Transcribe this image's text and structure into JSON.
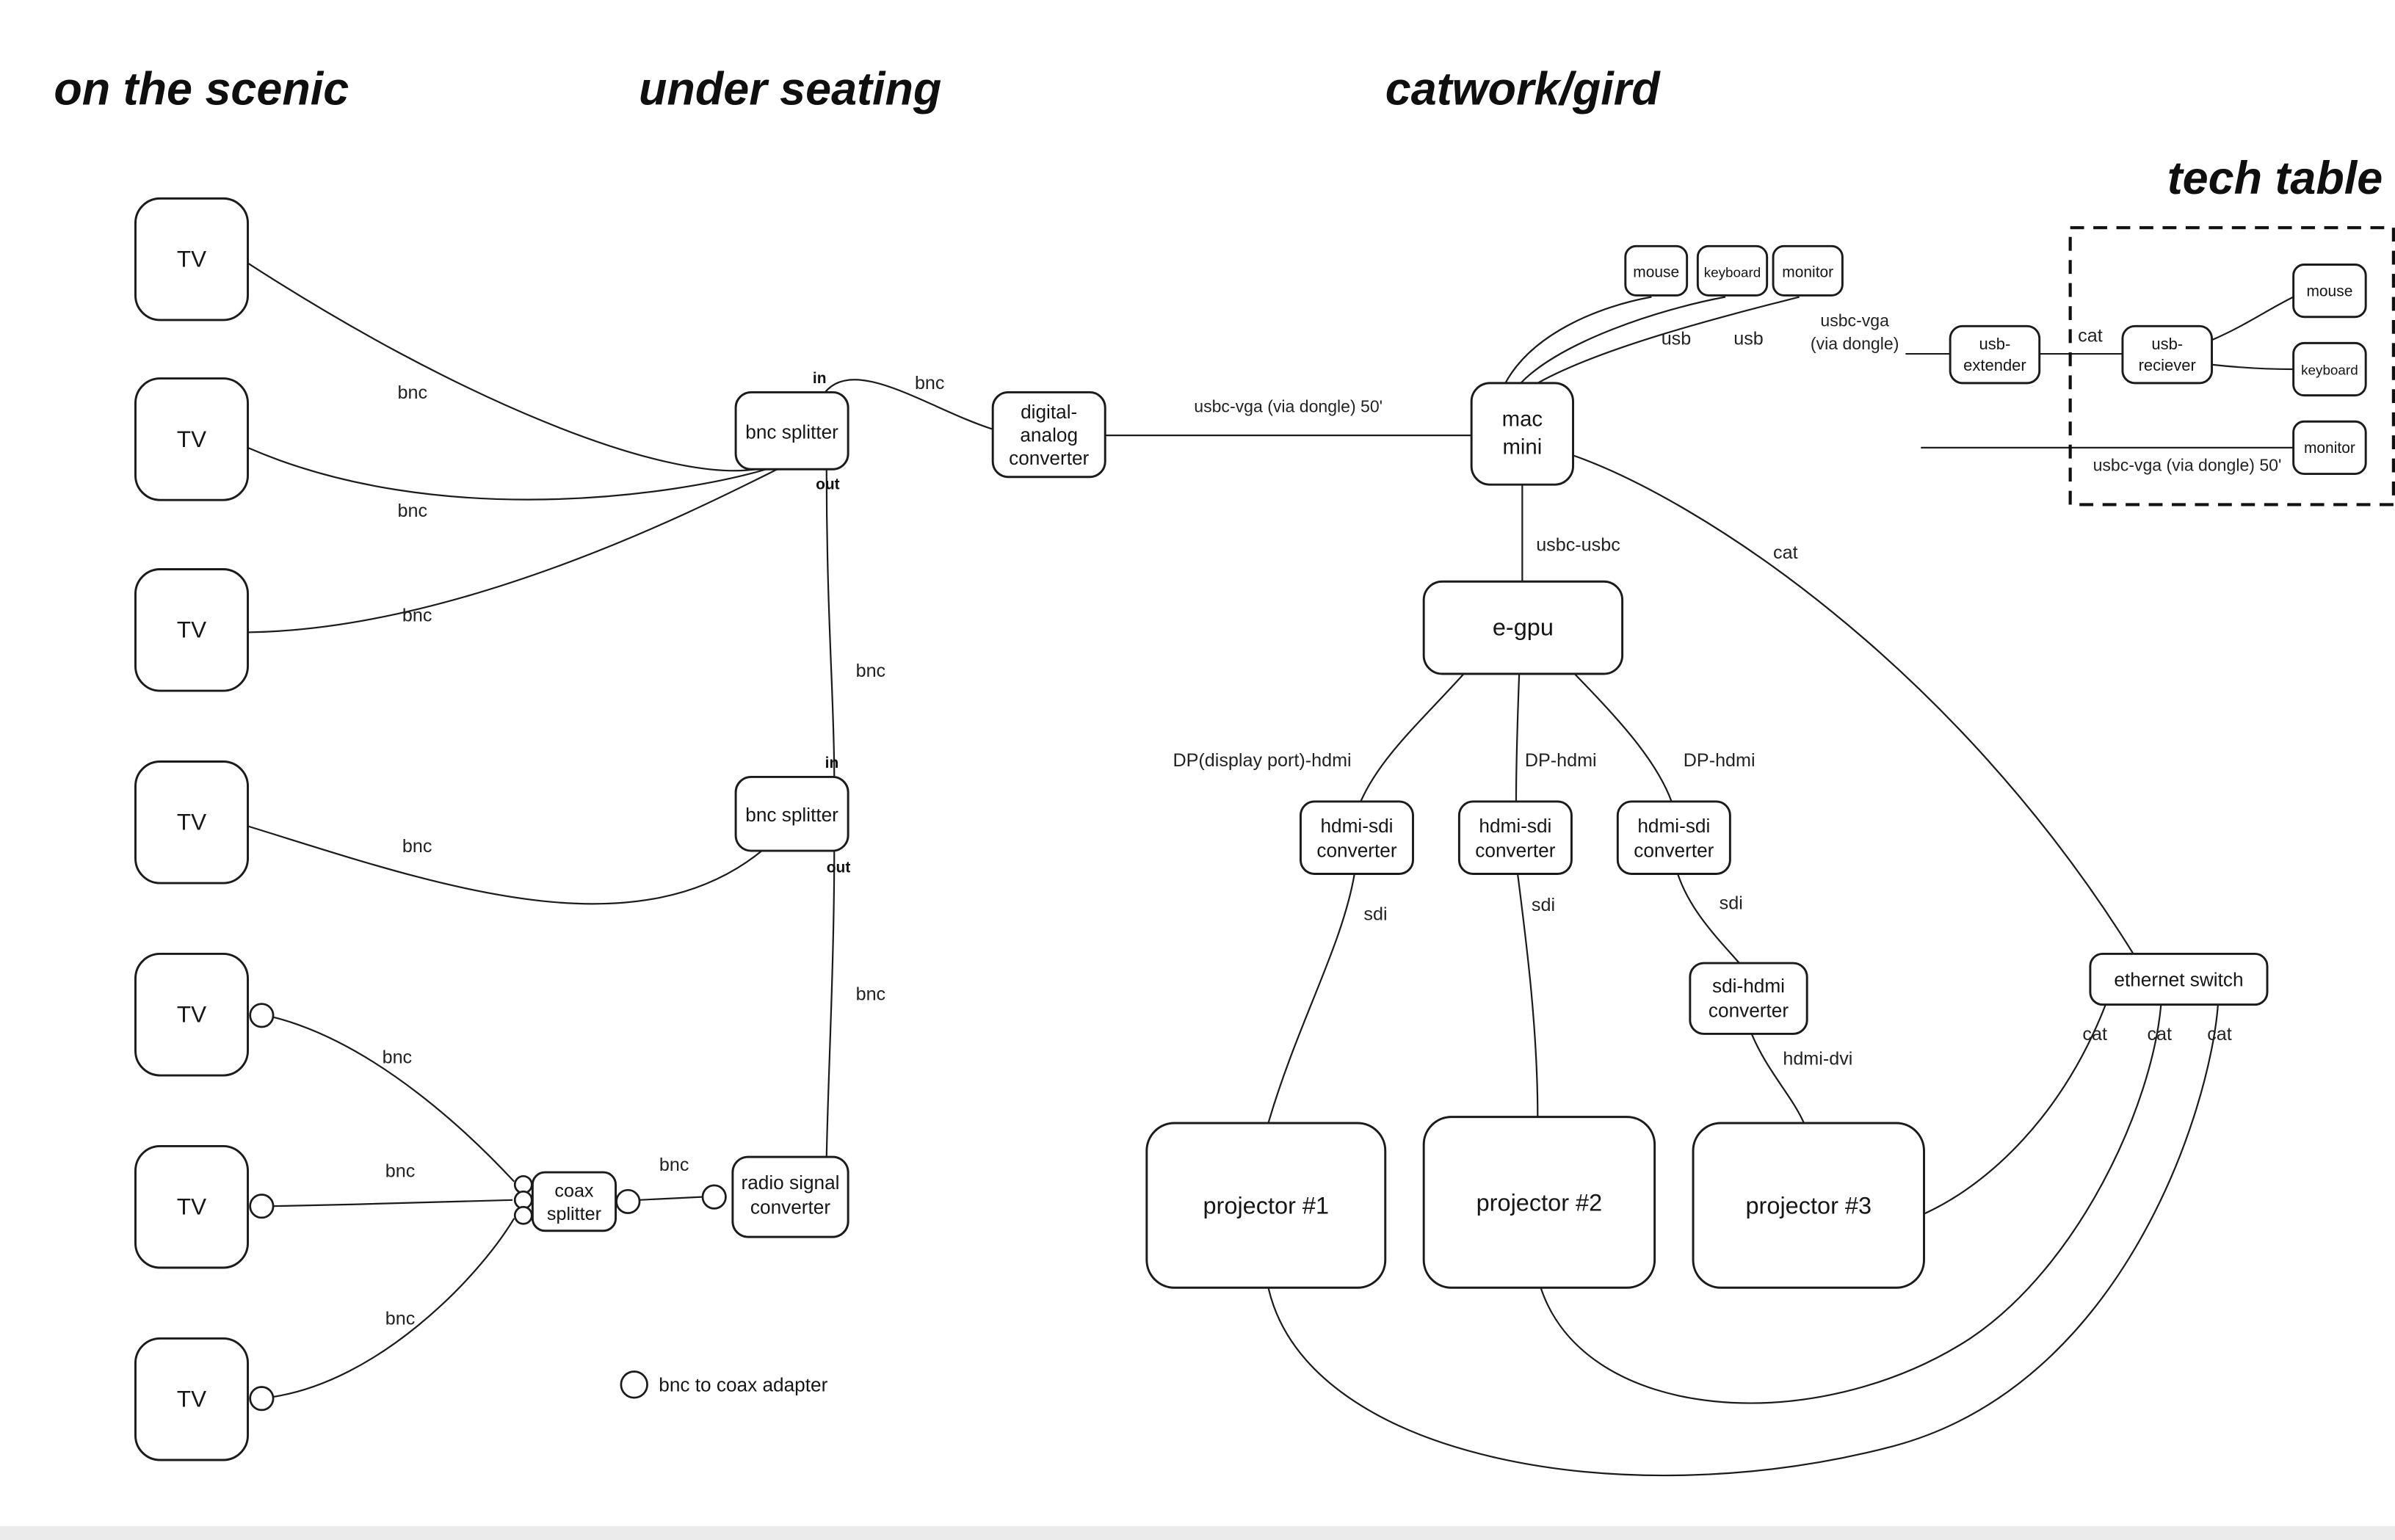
{
  "headers": {
    "on_the_scenic": "on the scenic",
    "under_seating": "under seating",
    "catwork_gird": "catwork/gird",
    "tech_table": "tech table"
  },
  "nodes": {
    "tv": "TV",
    "bnc_splitter": "bnc splitter",
    "coax_splitter": {
      "l1": "coax",
      "l2": "splitter"
    },
    "radio_signal_converter": {
      "l1": "radio signal",
      "l2": "converter"
    },
    "digital_analog_converter": {
      "l1": "digital-",
      "l2": "analog",
      "l3": "converter"
    },
    "mac_mini": {
      "l1": "mac",
      "l2": "mini"
    },
    "peripherals": {
      "mouse": "mouse",
      "keyboard": "keyboard",
      "monitor": "monitor"
    },
    "egpu": "e-gpu",
    "hdmi_sdi_converter": {
      "l1": "hdmi-sdi",
      "l2": "converter"
    },
    "sdi_hdmi_converter": {
      "l1": "sdi-hdmi",
      "l2": "converter"
    },
    "ethernet_switch": "ethernet switch",
    "projector_1": "projector #1",
    "projector_2": "projector #2",
    "projector_3": "projector #3",
    "usb_extender": {
      "l1": "usb-",
      "l2": "extender"
    },
    "usb_receiver": {
      "l1": "usb-",
      "l2": "reciever"
    }
  },
  "ports": {
    "in": "in",
    "out": "out"
  },
  "labels": {
    "bnc": "bnc",
    "usb": "usb",
    "cat": "cat",
    "sdi": "sdi",
    "usbc_usbc": "usbc-usbc",
    "usbc_vga_dongle_50": "usbc-vga (via dongle) 50'",
    "usbc_vga": "usbc-vga",
    "via_dongle": "(via dongle)",
    "dp_display_port_hdmi": "DP(display port)-hdmi",
    "dp_hdmi": "DP-hdmi",
    "hdmi_dvi": "hdmi-dvi"
  },
  "legend": {
    "bnc_to_coax_adapter": "bnc to coax adapter"
  },
  "colors": {
    "stroke": "#1b1b1b",
    "background": "#ffffff"
  }
}
